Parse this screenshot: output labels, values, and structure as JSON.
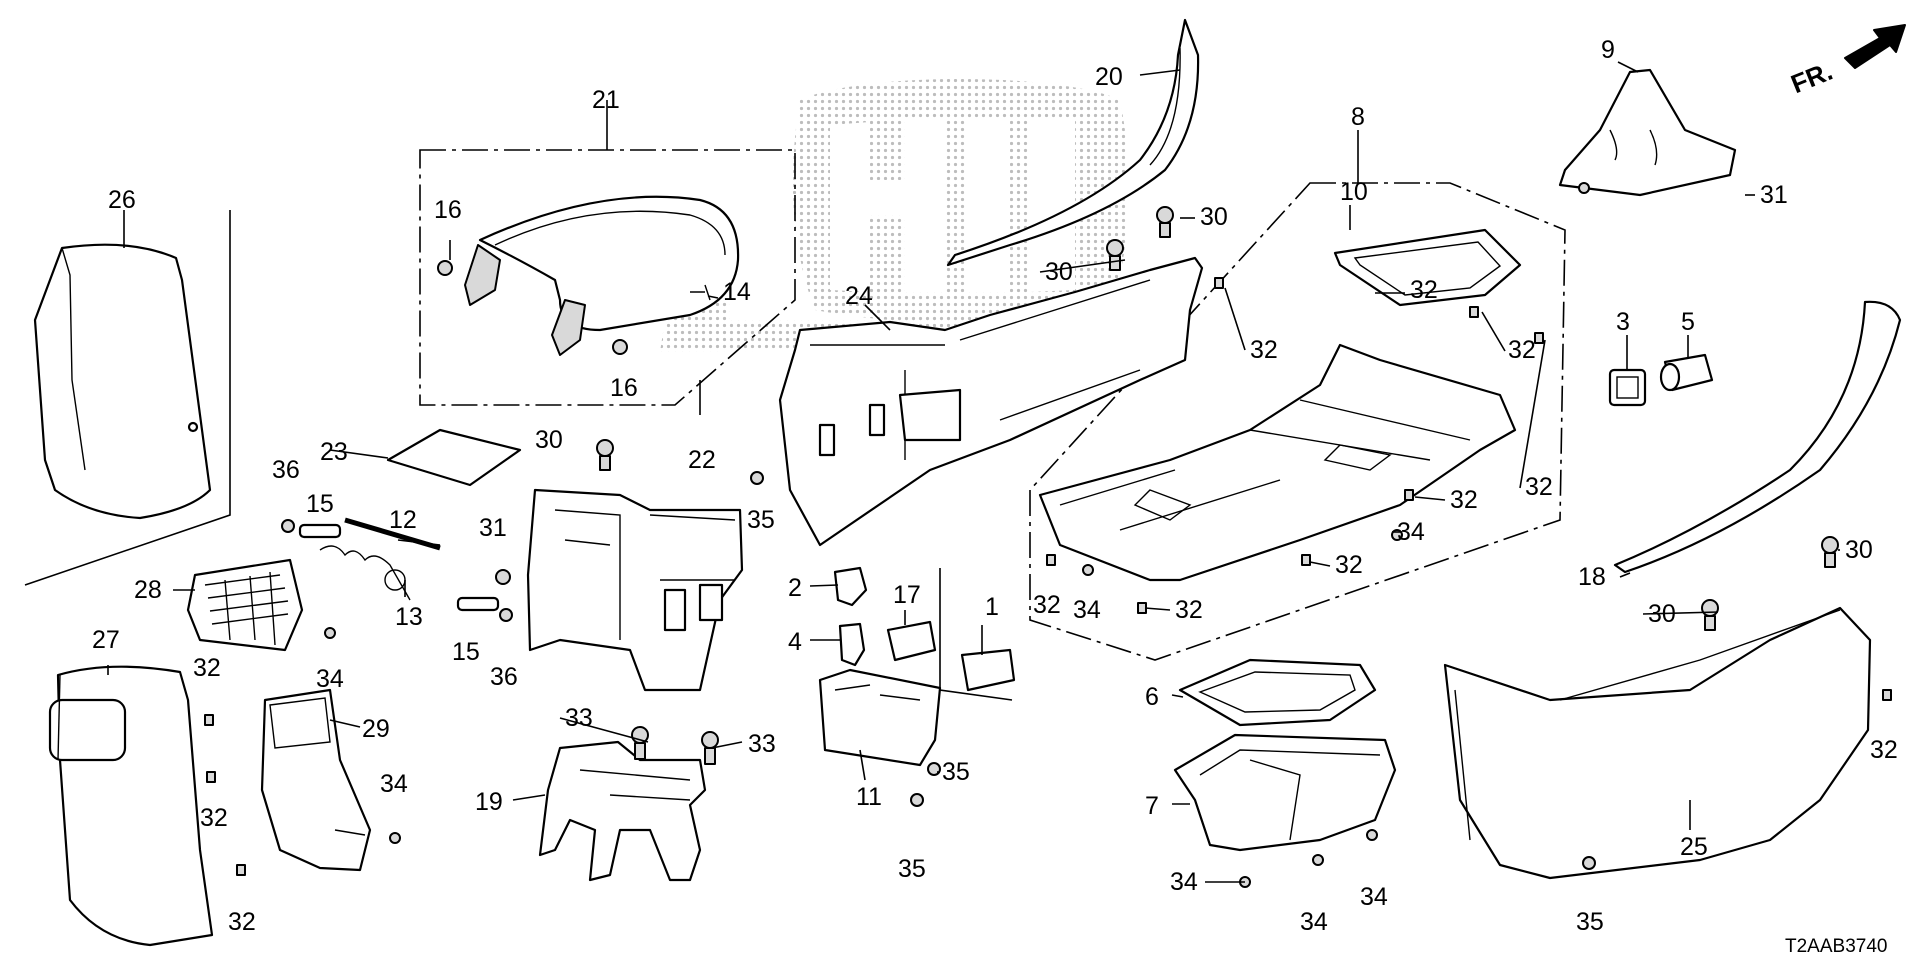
{
  "diagram": {
    "code": "T2AAB3740",
    "direction_label": "FR.",
    "part_labels": [
      {
        "id": "L1",
        "text": "1"
      },
      {
        "id": "L2",
        "text": "2"
      },
      {
        "id": "L3",
        "text": "3"
      },
      {
        "id": "L4",
        "text": "4"
      },
      {
        "id": "L5",
        "text": "5"
      },
      {
        "id": "L6",
        "text": "6"
      },
      {
        "id": "L7",
        "text": "7"
      },
      {
        "id": "L8",
        "text": "8"
      },
      {
        "id": "L9",
        "text": "9"
      },
      {
        "id": "L10",
        "text": "10"
      },
      {
        "id": "L11",
        "text": "11"
      },
      {
        "id": "L12",
        "text": "12"
      },
      {
        "id": "L13",
        "text": "13"
      },
      {
        "id": "L14",
        "text": "14"
      },
      {
        "id": "L15a",
        "text": "15"
      },
      {
        "id": "L15b",
        "text": "15"
      },
      {
        "id": "L16a",
        "text": "16"
      },
      {
        "id": "L16b",
        "text": "16"
      },
      {
        "id": "L17",
        "text": "17"
      },
      {
        "id": "L18",
        "text": "18"
      },
      {
        "id": "L19",
        "text": "19"
      },
      {
        "id": "L20",
        "text": "20"
      },
      {
        "id": "L21",
        "text": "21"
      },
      {
        "id": "L22",
        "text": "22"
      },
      {
        "id": "L23",
        "text": "23"
      },
      {
        "id": "L24",
        "text": "24"
      },
      {
        "id": "L25",
        "text": "25"
      },
      {
        "id": "L26",
        "text": "26"
      },
      {
        "id": "L27",
        "text": "27"
      },
      {
        "id": "L28",
        "text": "28"
      },
      {
        "id": "L29",
        "text": "29"
      },
      {
        "id": "L30a",
        "text": "30"
      },
      {
        "id": "L30b",
        "text": "30"
      },
      {
        "id": "L30c",
        "text": "30"
      },
      {
        "id": "L30d",
        "text": "30"
      },
      {
        "id": "L30e",
        "text": "30"
      },
      {
        "id": "L31a",
        "text": "31"
      },
      {
        "id": "L31b",
        "text": "31"
      },
      {
        "id": "L32a",
        "text": "32"
      },
      {
        "id": "L32b",
        "text": "32"
      },
      {
        "id": "L32c",
        "text": "32"
      },
      {
        "id": "L32d",
        "text": "32"
      },
      {
        "id": "L32e",
        "text": "32"
      },
      {
        "id": "L32f",
        "text": "32"
      },
      {
        "id": "L32g",
        "text": "32"
      },
      {
        "id": "L32h",
        "text": "32"
      },
      {
        "id": "L32i",
        "text": "32"
      },
      {
        "id": "L32j",
        "text": "32"
      },
      {
        "id": "L32k",
        "text": "32"
      },
      {
        "id": "L32l",
        "text": "32"
      },
      {
        "id": "L33a",
        "text": "33"
      },
      {
        "id": "L33b",
        "text": "33"
      },
      {
        "id": "L34a",
        "text": "34"
      },
      {
        "id": "L34b",
        "text": "34"
      },
      {
        "id": "L34c",
        "text": "34"
      },
      {
        "id": "L34d",
        "text": "34"
      },
      {
        "id": "L34e",
        "text": "34"
      },
      {
        "id": "L34f",
        "text": "34"
      },
      {
        "id": "L34g",
        "text": "34"
      },
      {
        "id": "L35a",
        "text": "35"
      },
      {
        "id": "L35b",
        "text": "35"
      },
      {
        "id": "L35c",
        "text": "35"
      },
      {
        "id": "L35d",
        "text": "35"
      },
      {
        "id": "L36a",
        "text": "36"
      },
      {
        "id": "L36b",
        "text": "36"
      }
    ],
    "colors": {
      "line": "#000000",
      "background": "#ffffff",
      "watermark": "#bdbdbd"
    }
  }
}
